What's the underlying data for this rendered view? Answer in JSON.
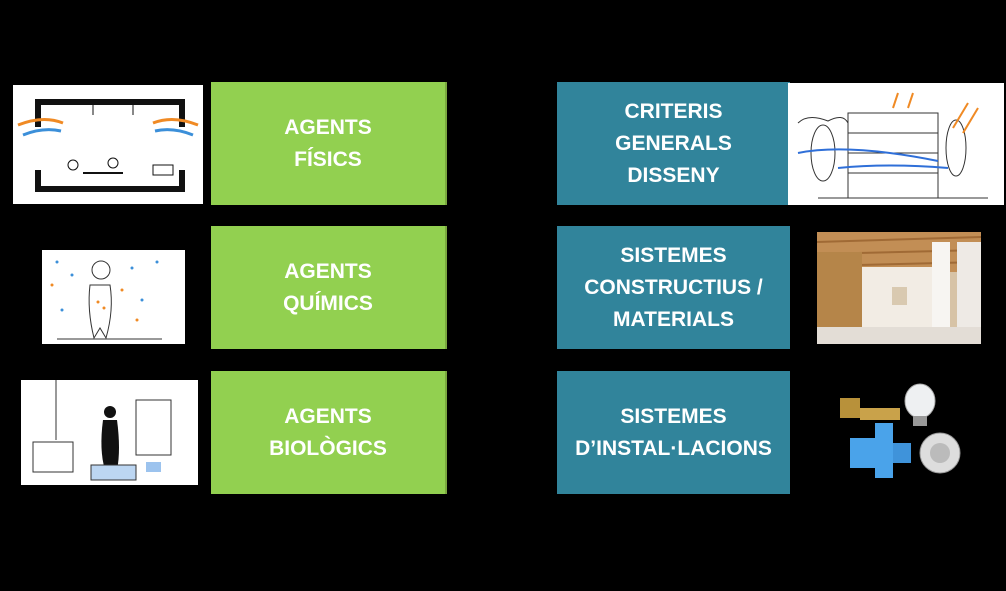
{
  "left_column": [
    {
      "label": "AGENTS\nFÍSICS"
    },
    {
      "label": "AGENTS\nQUÍMICS"
    },
    {
      "label": "AGENTS\nBIOLÒGICS"
    }
  ],
  "right_column": [
    {
      "label": "CRITERIS\nGENERALS\nDISSENY"
    },
    {
      "label": "SISTEMES\nCONSTRUCTIUS /\nMATERIALS"
    },
    {
      "label": "SISTEMES\nD’INSTAL·LACIONS"
    }
  ],
  "colors": {
    "green": "#92D050",
    "blue": "#31849B",
    "background": "#000000"
  }
}
